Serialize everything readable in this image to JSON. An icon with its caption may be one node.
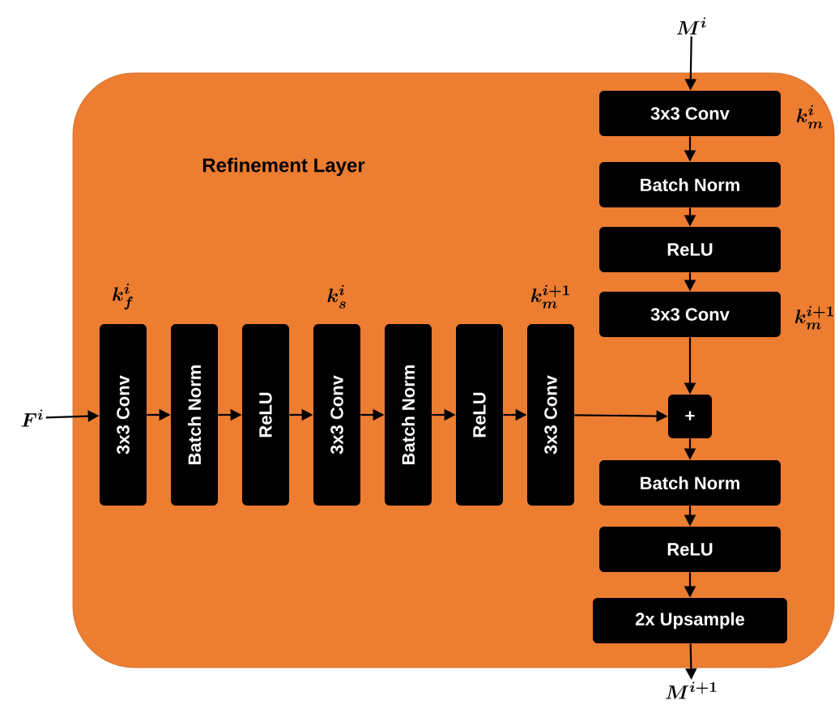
{
  "diagram": {
    "nodes": [
      {
        "text": [
          "Refinement Layer"
        ]
      },
      {
        "text": [
          "3x3 Conv"
        ],
        "in": 0,
        "beside": [
          "k_f^i"
        ]
      },
      {
        "text": [
          "Batch Norm"
        ],
        "in": 0
      },
      {
        "text": [
          "ReLU"
        ],
        "in": 0
      },
      {
        "text": [
          "3x3 Conv"
        ],
        "in": 0,
        "beside": [
          "k_s^i"
        ]
      },
      {
        "text": [
          "Batch Norm"
        ],
        "in": 0
      },
      {
        "text": [
          "ReLU"
        ],
        "in": 0
      },
      {
        "text": [
          "3x3 Conv"
        ],
        "in": 0,
        "beside": [
          "k_m^{i+1}"
        ]
      },
      {
        "text": [
          "3x3 Conv"
        ],
        "in": 0,
        "beside": [
          "k_m^i"
        ]
      },
      {
        "text": [
          "Batch Norm"
        ],
        "in": 0
      },
      {
        "text": [
          "ReLU"
        ],
        "in": 0
      },
      {
        "text": [
          "3x3 Conv"
        ],
        "in": 0,
        "beside": [
          "k_m^{i+1}"
        ]
      },
      {
        "text": [
          "+"
        ],
        "in": 0
      },
      {
        "text": [
          "Batch Norm"
        ],
        "in": 0
      },
      {
        "text": [
          "ReLU"
        ],
        "in": 0
      },
      {
        "text": [
          "2x Upsample"
        ],
        "in": 0
      },
      {
        "text": [
          "F^i"
        ]
      },
      {
        "text": [
          "M^i"
        ]
      },
      {
        "text": [
          "M^{i+1}"
        ]
      }
    ],
    "edges": [
      {
        "from": 16,
        "to": 1,
        "arrow": "to"
      },
      {
        "from": 1,
        "to": 2,
        "arrow": "to"
      },
      {
        "from": 2,
        "to": 3,
        "arrow": "to"
      },
      {
        "from": 3,
        "to": 4,
        "arrow": "to"
      },
      {
        "from": 4,
        "to": 5,
        "arrow": "to"
      },
      {
        "from": 5,
        "to": 6,
        "arrow": "to"
      },
      {
        "from": 6,
        "to": 7,
        "arrow": "to"
      },
      {
        "from": 7,
        "to": 12,
        "arrow": "to"
      },
      {
        "from": 17,
        "to": 8,
        "arrow": "to"
      },
      {
        "from": 8,
        "to": 9,
        "arrow": "to"
      },
      {
        "from": 9,
        "to": 10,
        "arrow": "to"
      },
      {
        "from": 10,
        "to": 11,
        "arrow": "to"
      },
      {
        "from": 11,
        "to": 12,
        "arrow": "to"
      },
      {
        "from": 12,
        "to": 13,
        "arrow": "to"
      },
      {
        "from": 13,
        "to": 14,
        "arrow": "to"
      },
      {
        "from": 14,
        "to": 15,
        "arrow": "to"
      },
      {
        "from": 15,
        "to": 18,
        "arrow": "to"
      }
    ]
  }
}
